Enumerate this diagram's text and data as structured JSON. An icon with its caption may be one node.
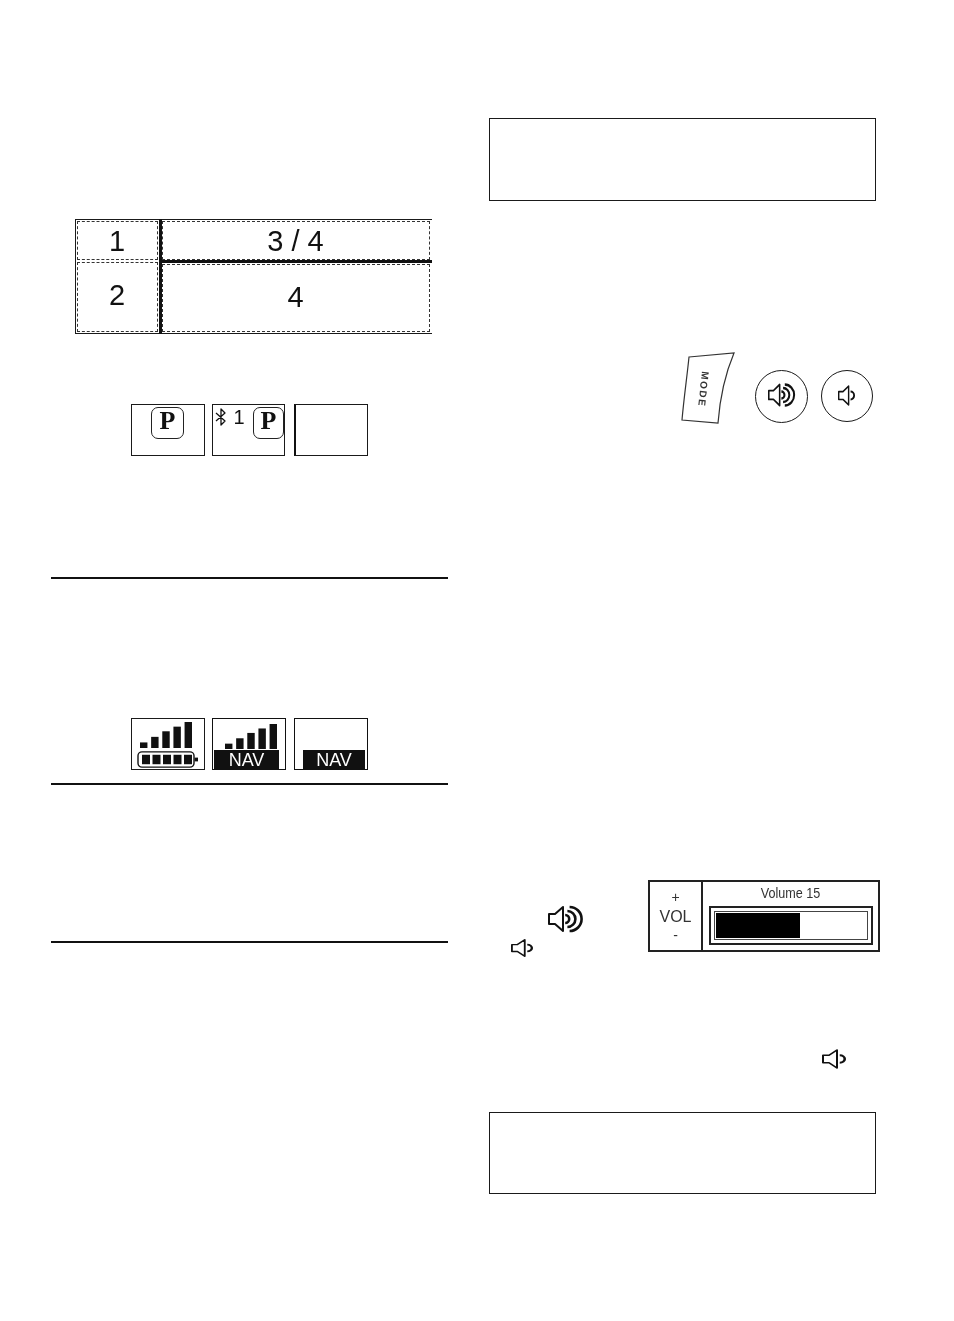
{
  "diagram": {
    "nodes": [
      {
        "text": [],
        "shape": "box"
      },
      {
        "text": [
          "1"
        ],
        "in": 0
      },
      {
        "text": [
          "3 / 4"
        ],
        "in": 0
      },
      {
        "text": [
          "2"
        ],
        "in": 0
      },
      {
        "text": [
          "4"
        ],
        "in": 0
      },
      {
        "text": [
          "P"
        ]
      },
      {
        "text": [
          "1",
          "P"
        ]
      },
      {
        "text": [],
        "shape": "box"
      },
      {
        "text": [],
        "shape": "box"
      },
      {
        "text": [
          "NAV"
        ]
      },
      {
        "text": [
          "NAV"
        ]
      },
      {
        "text": [],
        "shape": "box"
      },
      {
        "text": [
          "MODE"
        ]
      },
      {
        "text": [],
        "shape": "circle"
      },
      {
        "text": [],
        "shape": "circle"
      },
      {
        "text": [],
        "shape": "box"
      },
      {
        "text": [
          "+",
          "VOL",
          "-"
        ],
        "in": 15
      },
      {
        "text": [
          "Volume 15"
        ],
        "in": 15
      },
      {
        "text": [],
        "shape": "box"
      }
    ]
  }
}
